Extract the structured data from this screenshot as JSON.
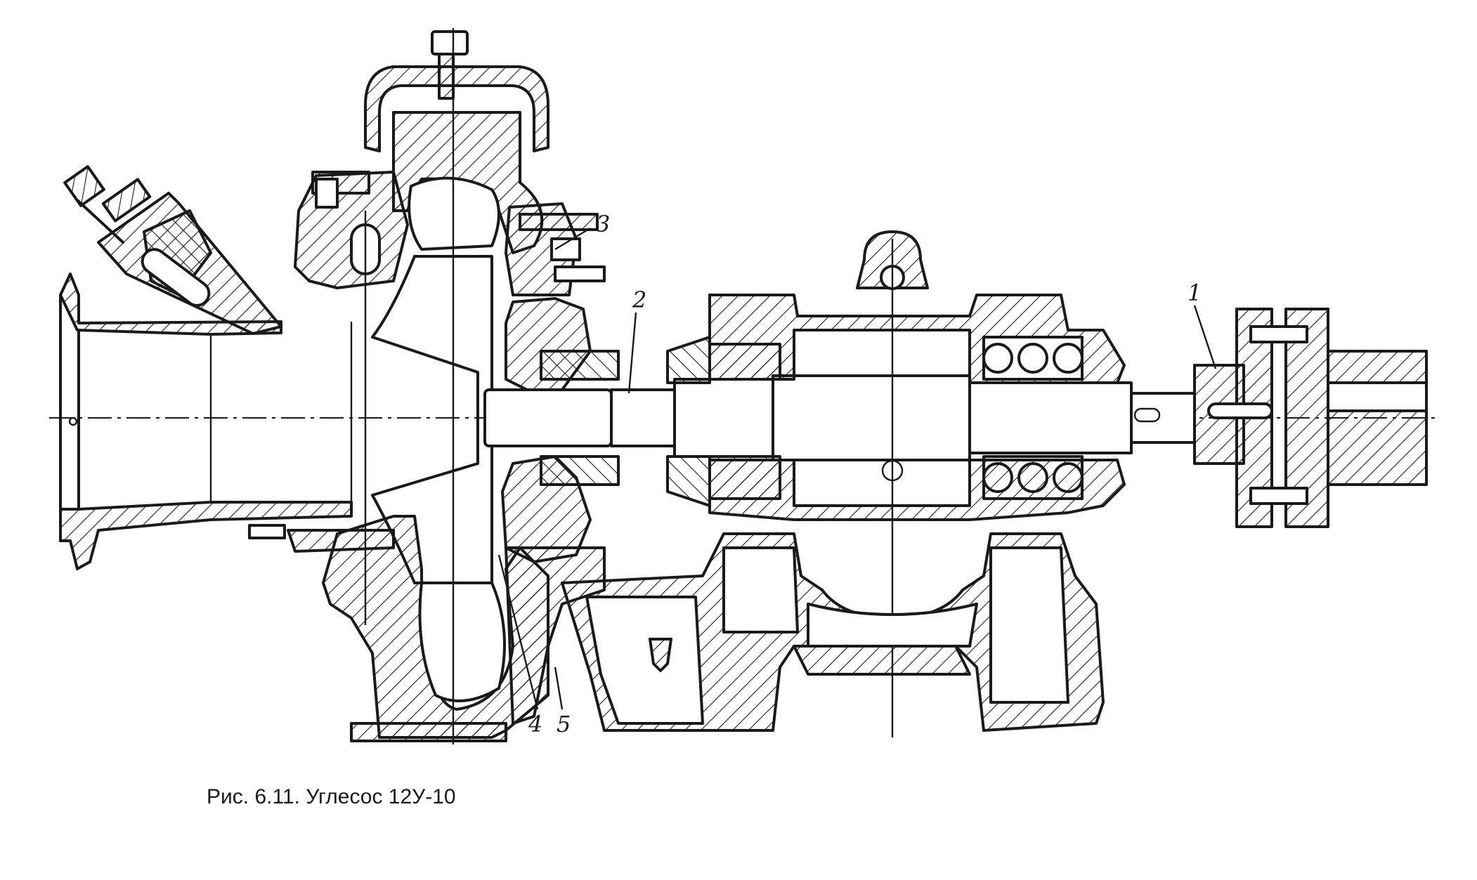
{
  "figure": {
    "caption": "Рис. 6.11. Углесос 12У-10"
  },
  "callouts": [
    {
      "label": "1"
    },
    {
      "label": "2"
    },
    {
      "label": "3"
    },
    {
      "label": "4"
    },
    {
      "label": "5"
    }
  ]
}
